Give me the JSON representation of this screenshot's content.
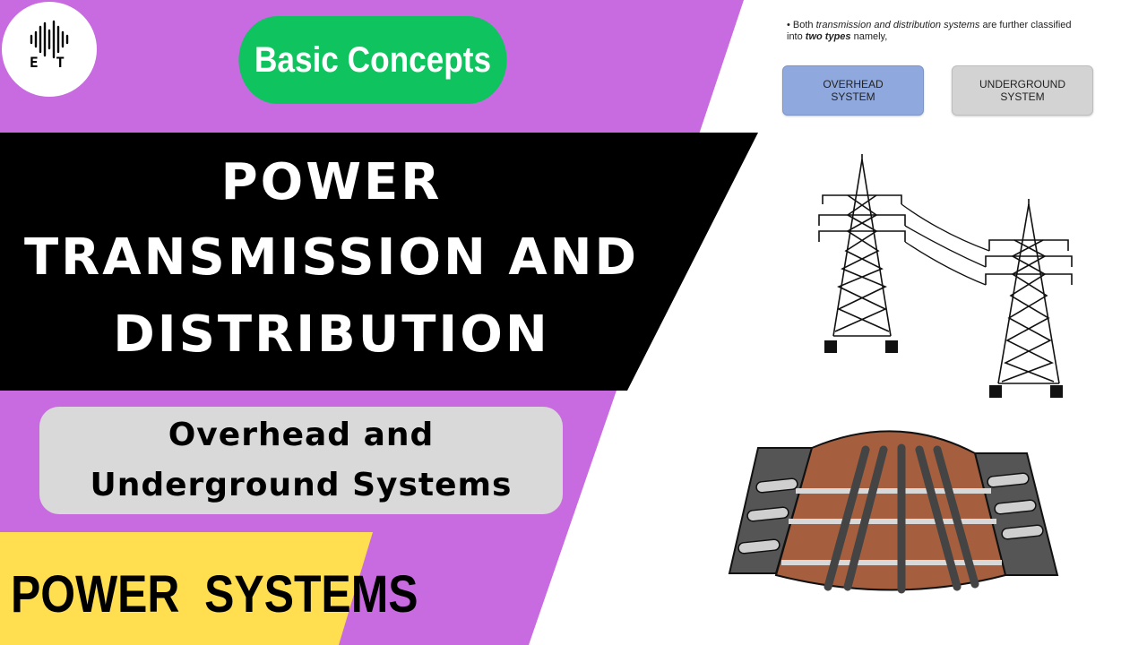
{
  "logo": {
    "text": "E T",
    "icon": "waveform-icon"
  },
  "header": {
    "badge": "Basic Concepts"
  },
  "title": {
    "line1": "POWER",
    "line2": "TRANSMISSION AND",
    "line3": "DISTRIBUTION"
  },
  "subtitle": {
    "line1": "Overhead and",
    "line2": "Underground Systems"
  },
  "footer": {
    "series": "POWER  SYSTEMS"
  },
  "slide": {
    "bullet_pre": "Both ",
    "bullet_em": "transmission and distribution systems",
    "bullet_mid": " are further classified into ",
    "bullet_strong": "two types",
    "bullet_post": " namely,",
    "overhead_line1": "OVERHEAD",
    "overhead_line2": "SYSTEM",
    "underground_line1": "UNDERGROUND",
    "underground_line2": "SYSTEM"
  },
  "colors": {
    "purple": "#c86be0",
    "black_band": "#000000",
    "green_pill": "#0fc35f",
    "yellow": "#ffde4f",
    "subtitle_box": "#d9d9d9",
    "overhead_button": "#8fa8dd",
    "underground_button": "#d3d3d3",
    "soil": "#a55f3e"
  }
}
